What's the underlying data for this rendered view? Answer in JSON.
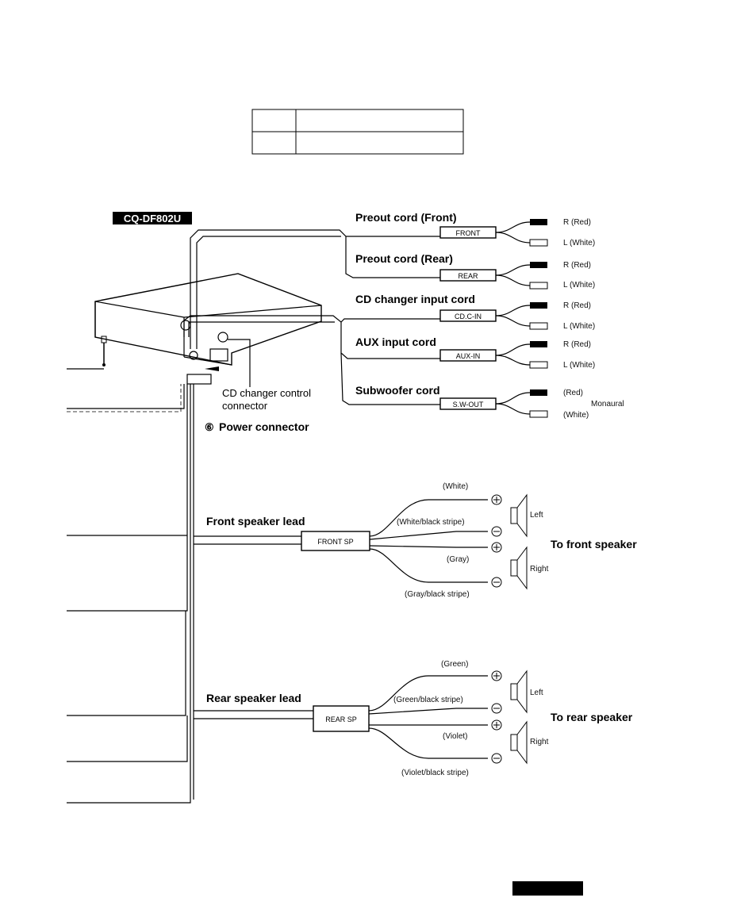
{
  "model_badge": "CQ-DF802U",
  "model_badge_color": "#000000",
  "bottom_bar_color": "#000000",
  "unit": {
    "cd_changer_label_line1": "CD changer control",
    "cd_changer_label_line2": "connector",
    "power_connector_num": "⑥",
    "power_connector": "Power connector"
  },
  "cords": [
    {
      "title": "Preout cord (Front)",
      "box": "FRONT",
      "out_a": "R (Red)",
      "out_b": "L (White)"
    },
    {
      "title": "Preout cord (Rear)",
      "box": "REAR",
      "out_a": "R (Red)",
      "out_b": "L (White)"
    },
    {
      "title": "CD changer input cord",
      "box": "CD.C-IN",
      "out_a": "R (Red)",
      "out_b": "L (White)"
    },
    {
      "title": "AUX input cord",
      "box": "AUX-IN",
      "out_a": "R (Red)",
      "out_b": "L (White)"
    },
    {
      "title": "Subwoofer cord",
      "box": "S.W-OUT",
      "out_a": "(Red)",
      "out_b": "(White)"
    }
  ],
  "monaural": "Monaural",
  "front_speaker": {
    "lead": "Front speaker lead",
    "box": "FRONT SP",
    "wires": [
      "(White)",
      "(White/black stripe)",
      "(Gray)",
      "(Gray/black stripe)"
    ],
    "left": "Left",
    "right": "Right",
    "to": "To front speaker"
  },
  "rear_speaker": {
    "lead": "Rear speaker lead",
    "box": "REAR SP",
    "wires": [
      "(Green)",
      "(Green/black stripe)",
      "(Violet)",
      "(Violet/black stripe)"
    ],
    "left": "Left",
    "right": "Right",
    "to": "To rear speaker"
  }
}
